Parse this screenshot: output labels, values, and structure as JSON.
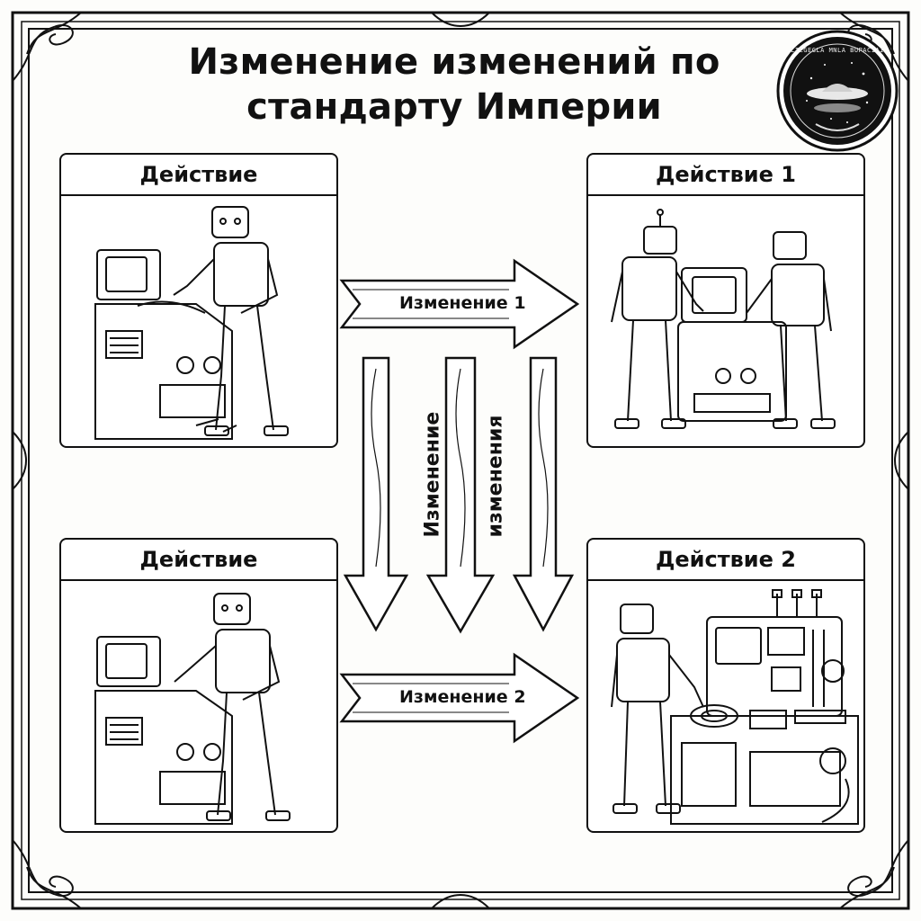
{
  "title": {
    "line1": "Изменение изменений по",
    "line2": "стандарту Империи"
  },
  "panels": {
    "top_left": {
      "label": "Действие"
    },
    "top_right": {
      "label": "Действие 1"
    },
    "bottom_left": {
      "label": "Действие"
    },
    "bottom_right": {
      "label": "Действие 2"
    }
  },
  "arrows": {
    "change1": {
      "label": "Изменение 1"
    },
    "change2": {
      "label": "Изменение 2"
    },
    "meta_change": {
      "word1": "Изменение",
      "word2": "изменения"
    }
  },
  "seal": {
    "text": "LIEGEGLA MNLA BUPACIAI"
  },
  "colors": {
    "ink": "#111111",
    "paper": "#fdfdfb",
    "seal_bg": "#111111"
  }
}
